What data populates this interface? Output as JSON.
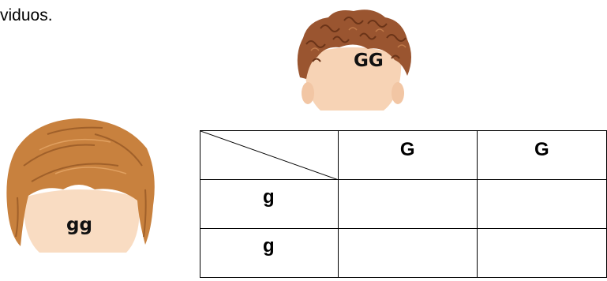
{
  "intro_text": "viduos.",
  "figures": {
    "top_head": {
      "icon": "curly-brown-hair-head-icon",
      "label": "GG"
    },
    "left_head": {
      "icon": "straight-blonde-hair-head-icon",
      "label": "gg"
    }
  },
  "punnett": {
    "column_headers": [
      "G",
      "G"
    ],
    "row_headers": [
      "g",
      "g"
    ],
    "cells": [
      [
        "",
        ""
      ],
      [
        "",
        ""
      ]
    ]
  }
}
